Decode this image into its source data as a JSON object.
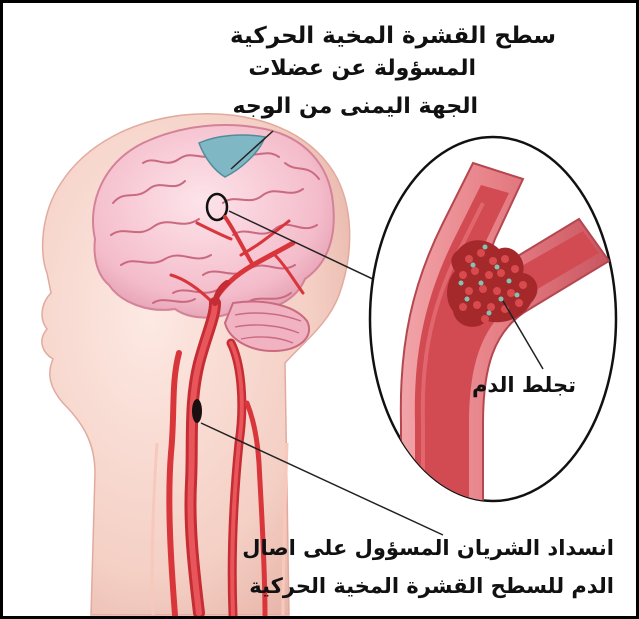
{
  "labels": {
    "cortex_line1": "سطح القشرة المخية الحركية",
    "cortex_line2": "المسؤولة عن عضلات",
    "cortex_line3": "الجهة اليمنى من الوجه",
    "clot": "تجلط الدم",
    "artery_line1": "انسداد الشريان المسؤول على اصال",
    "artery_line2": "الدم للسطح القشرة المخية الحركية"
  },
  "colors": {
    "skin": "#f4cfc4",
    "brain": "#f6c3cf",
    "brain_fold": "#c96a80",
    "motor_cortex": "#7fb7c4",
    "artery": "#d9363b",
    "artery_dark": "#a4212a",
    "vessel_wall": "#e7838a",
    "vessel_lumen": "#d24a52",
    "clot": "#a5282b",
    "platelet": "#7ec6b4"
  }
}
